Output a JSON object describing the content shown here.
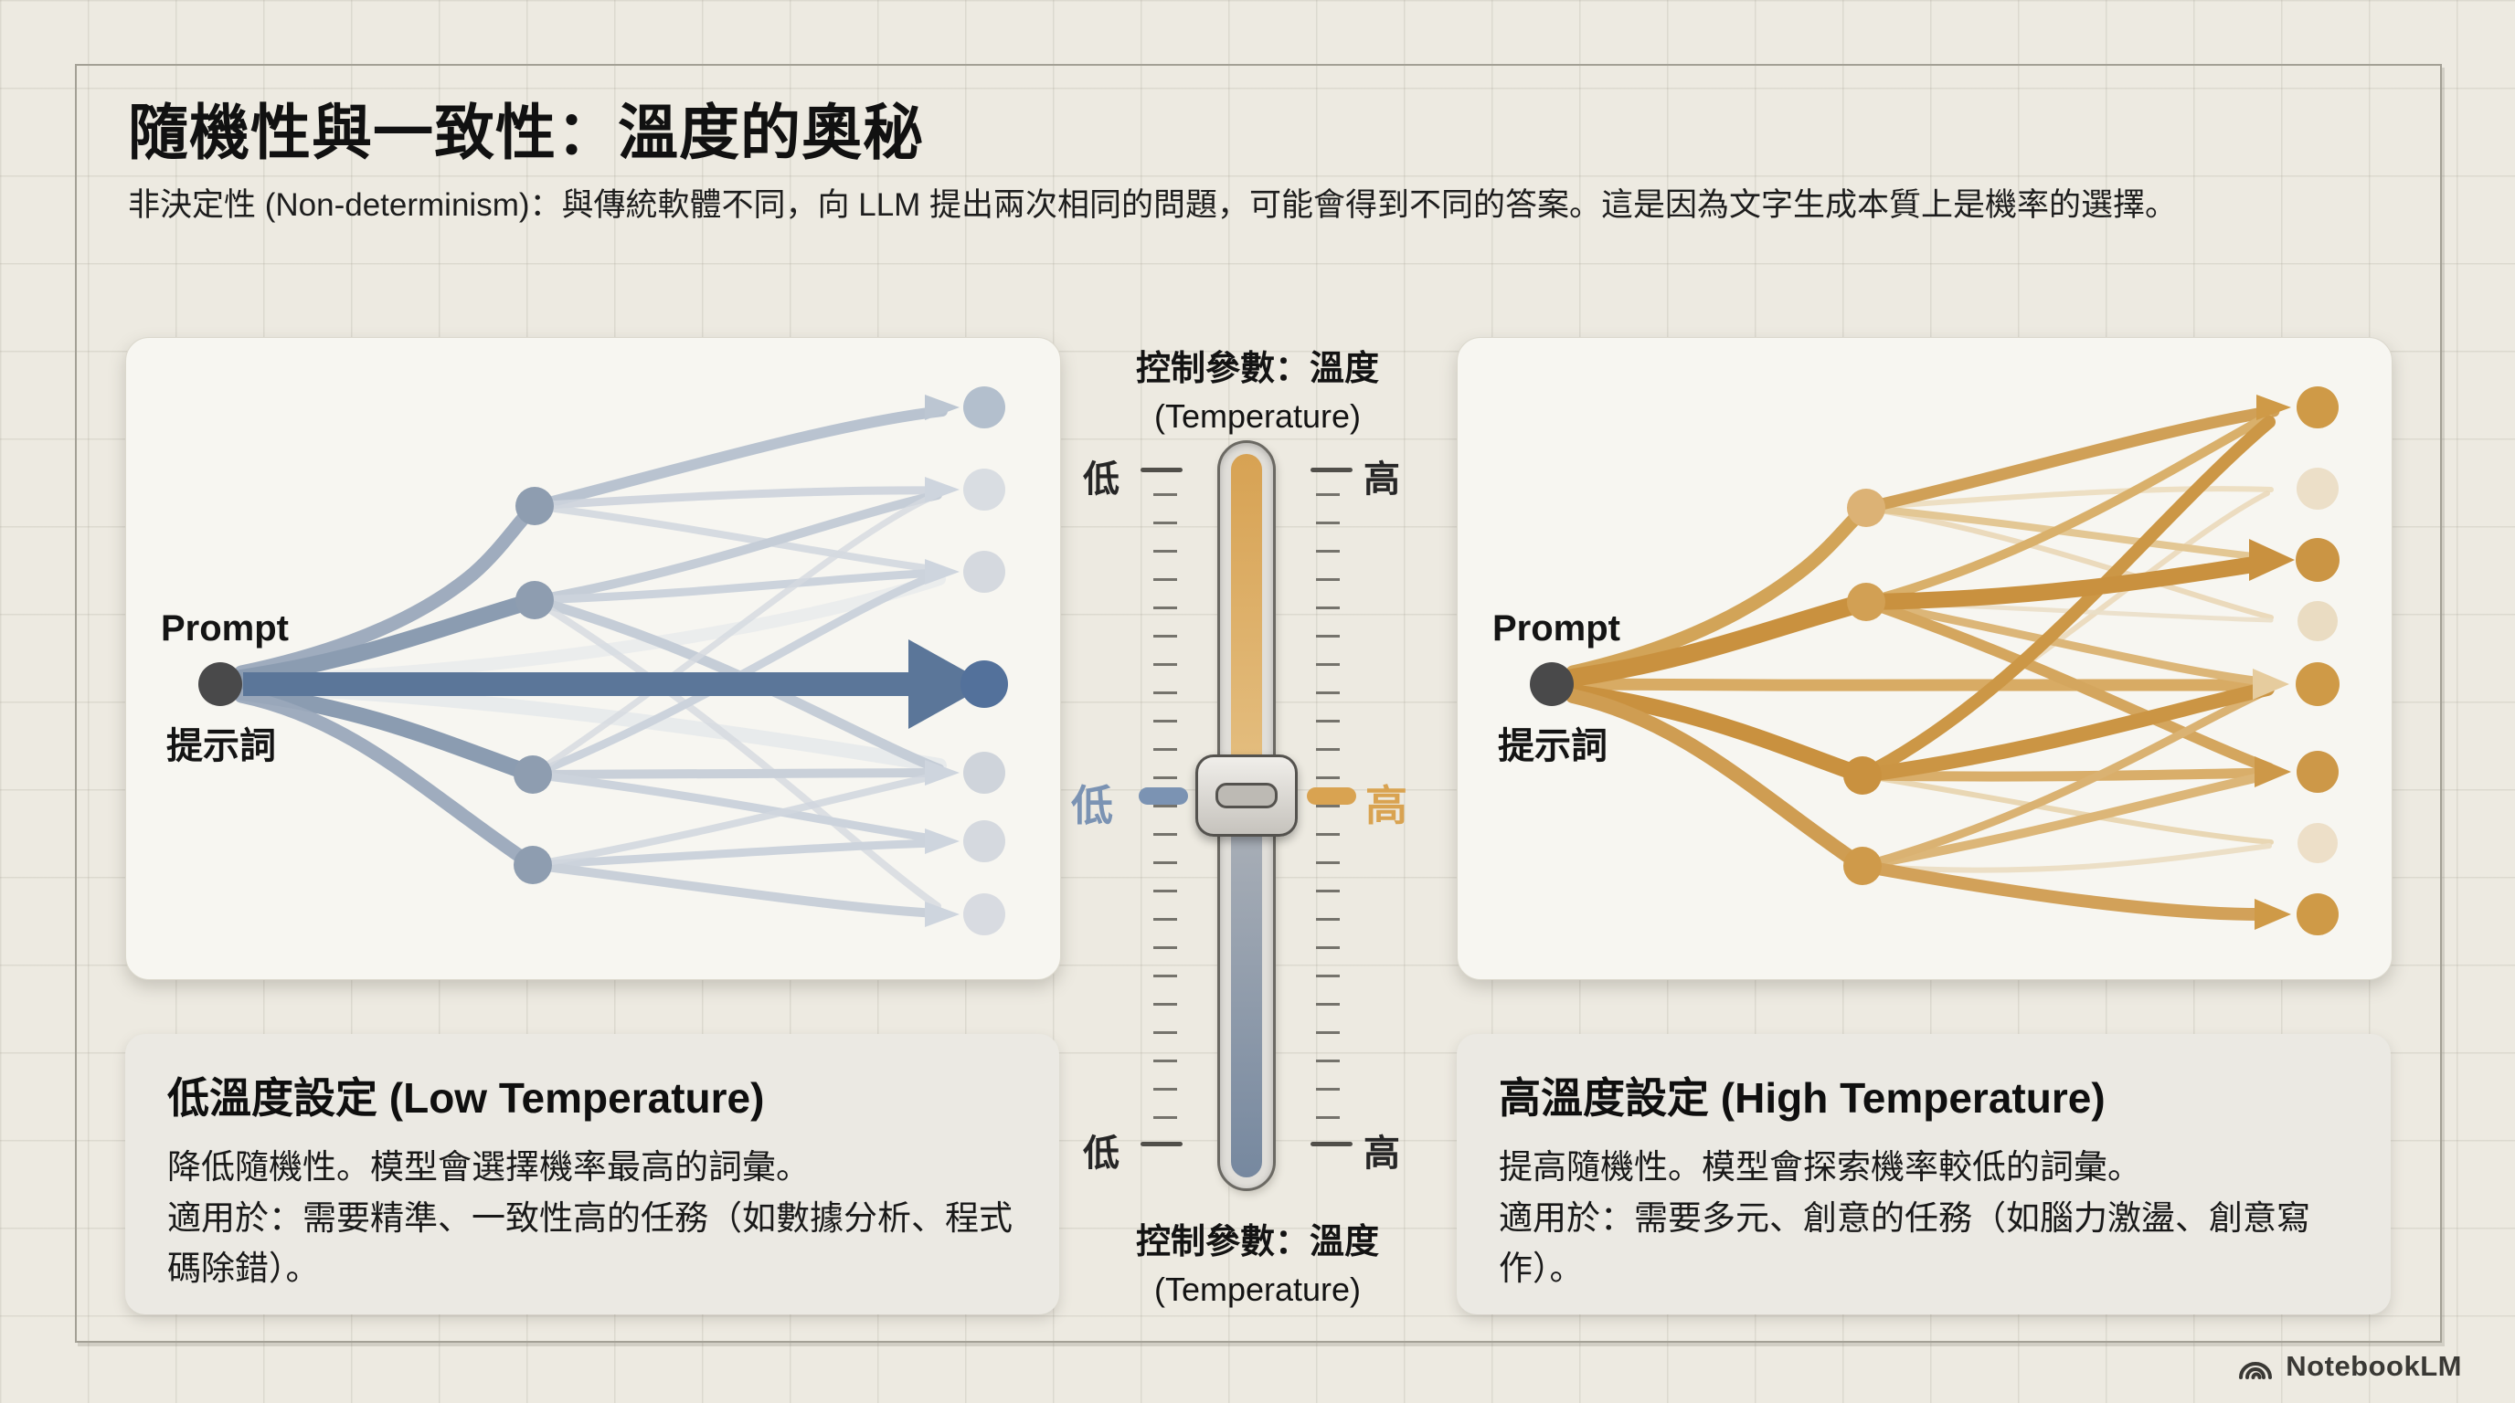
{
  "header": {
    "title": "隨機性與一致性：溫度的奧秘",
    "subtitle": "非決定性 (Non-determinism)：與傳統軟體不同，向 LLM 提出兩次相同的問題，可能會得到不同的答案。這是因為文字生成本質上是機率的選擇。"
  },
  "low_panel": {
    "prompt_en": "Prompt",
    "prompt_zh": "提示詞"
  },
  "high_panel": {
    "prompt_en": "Prompt",
    "prompt_zh": "提示詞"
  },
  "slider": {
    "top_label_zh": "控制參數：溫度",
    "top_label_en": "(Temperature)",
    "bottom_label_zh": "控制參數：溫度",
    "bottom_label_en": "(Temperature)",
    "low": "低",
    "high": "高",
    "low_color": "#7b93b3",
    "high_color": "#d9a351",
    "handle_position": "middle"
  },
  "low_box": {
    "title": "低溫度設定 (Low Temperature)",
    "line1": "降低隨機性。模型會選擇機率最高的詞彙。",
    "line2": "適用於：需要精準、一致性高的任務（如數據分析、程式碼除錯）。"
  },
  "high_box": {
    "title": "高溫度設定 (High Temperature)",
    "line1": "提高隨機性。模型會探索機率較低的詞彙。",
    "line2": "適用於：需要多元、創意的任務（如腦力激盪、創意寫作）。"
  },
  "footer": {
    "brand": "NotebookLM",
    "icon": "notebooklm-swirl-icon"
  },
  "colors": {
    "background": "#edeae1",
    "low_path": "#5b7699",
    "high_path": "#c9913f",
    "prompt_node": "#49494a",
    "panel_bg": "#f7f6f1"
  }
}
